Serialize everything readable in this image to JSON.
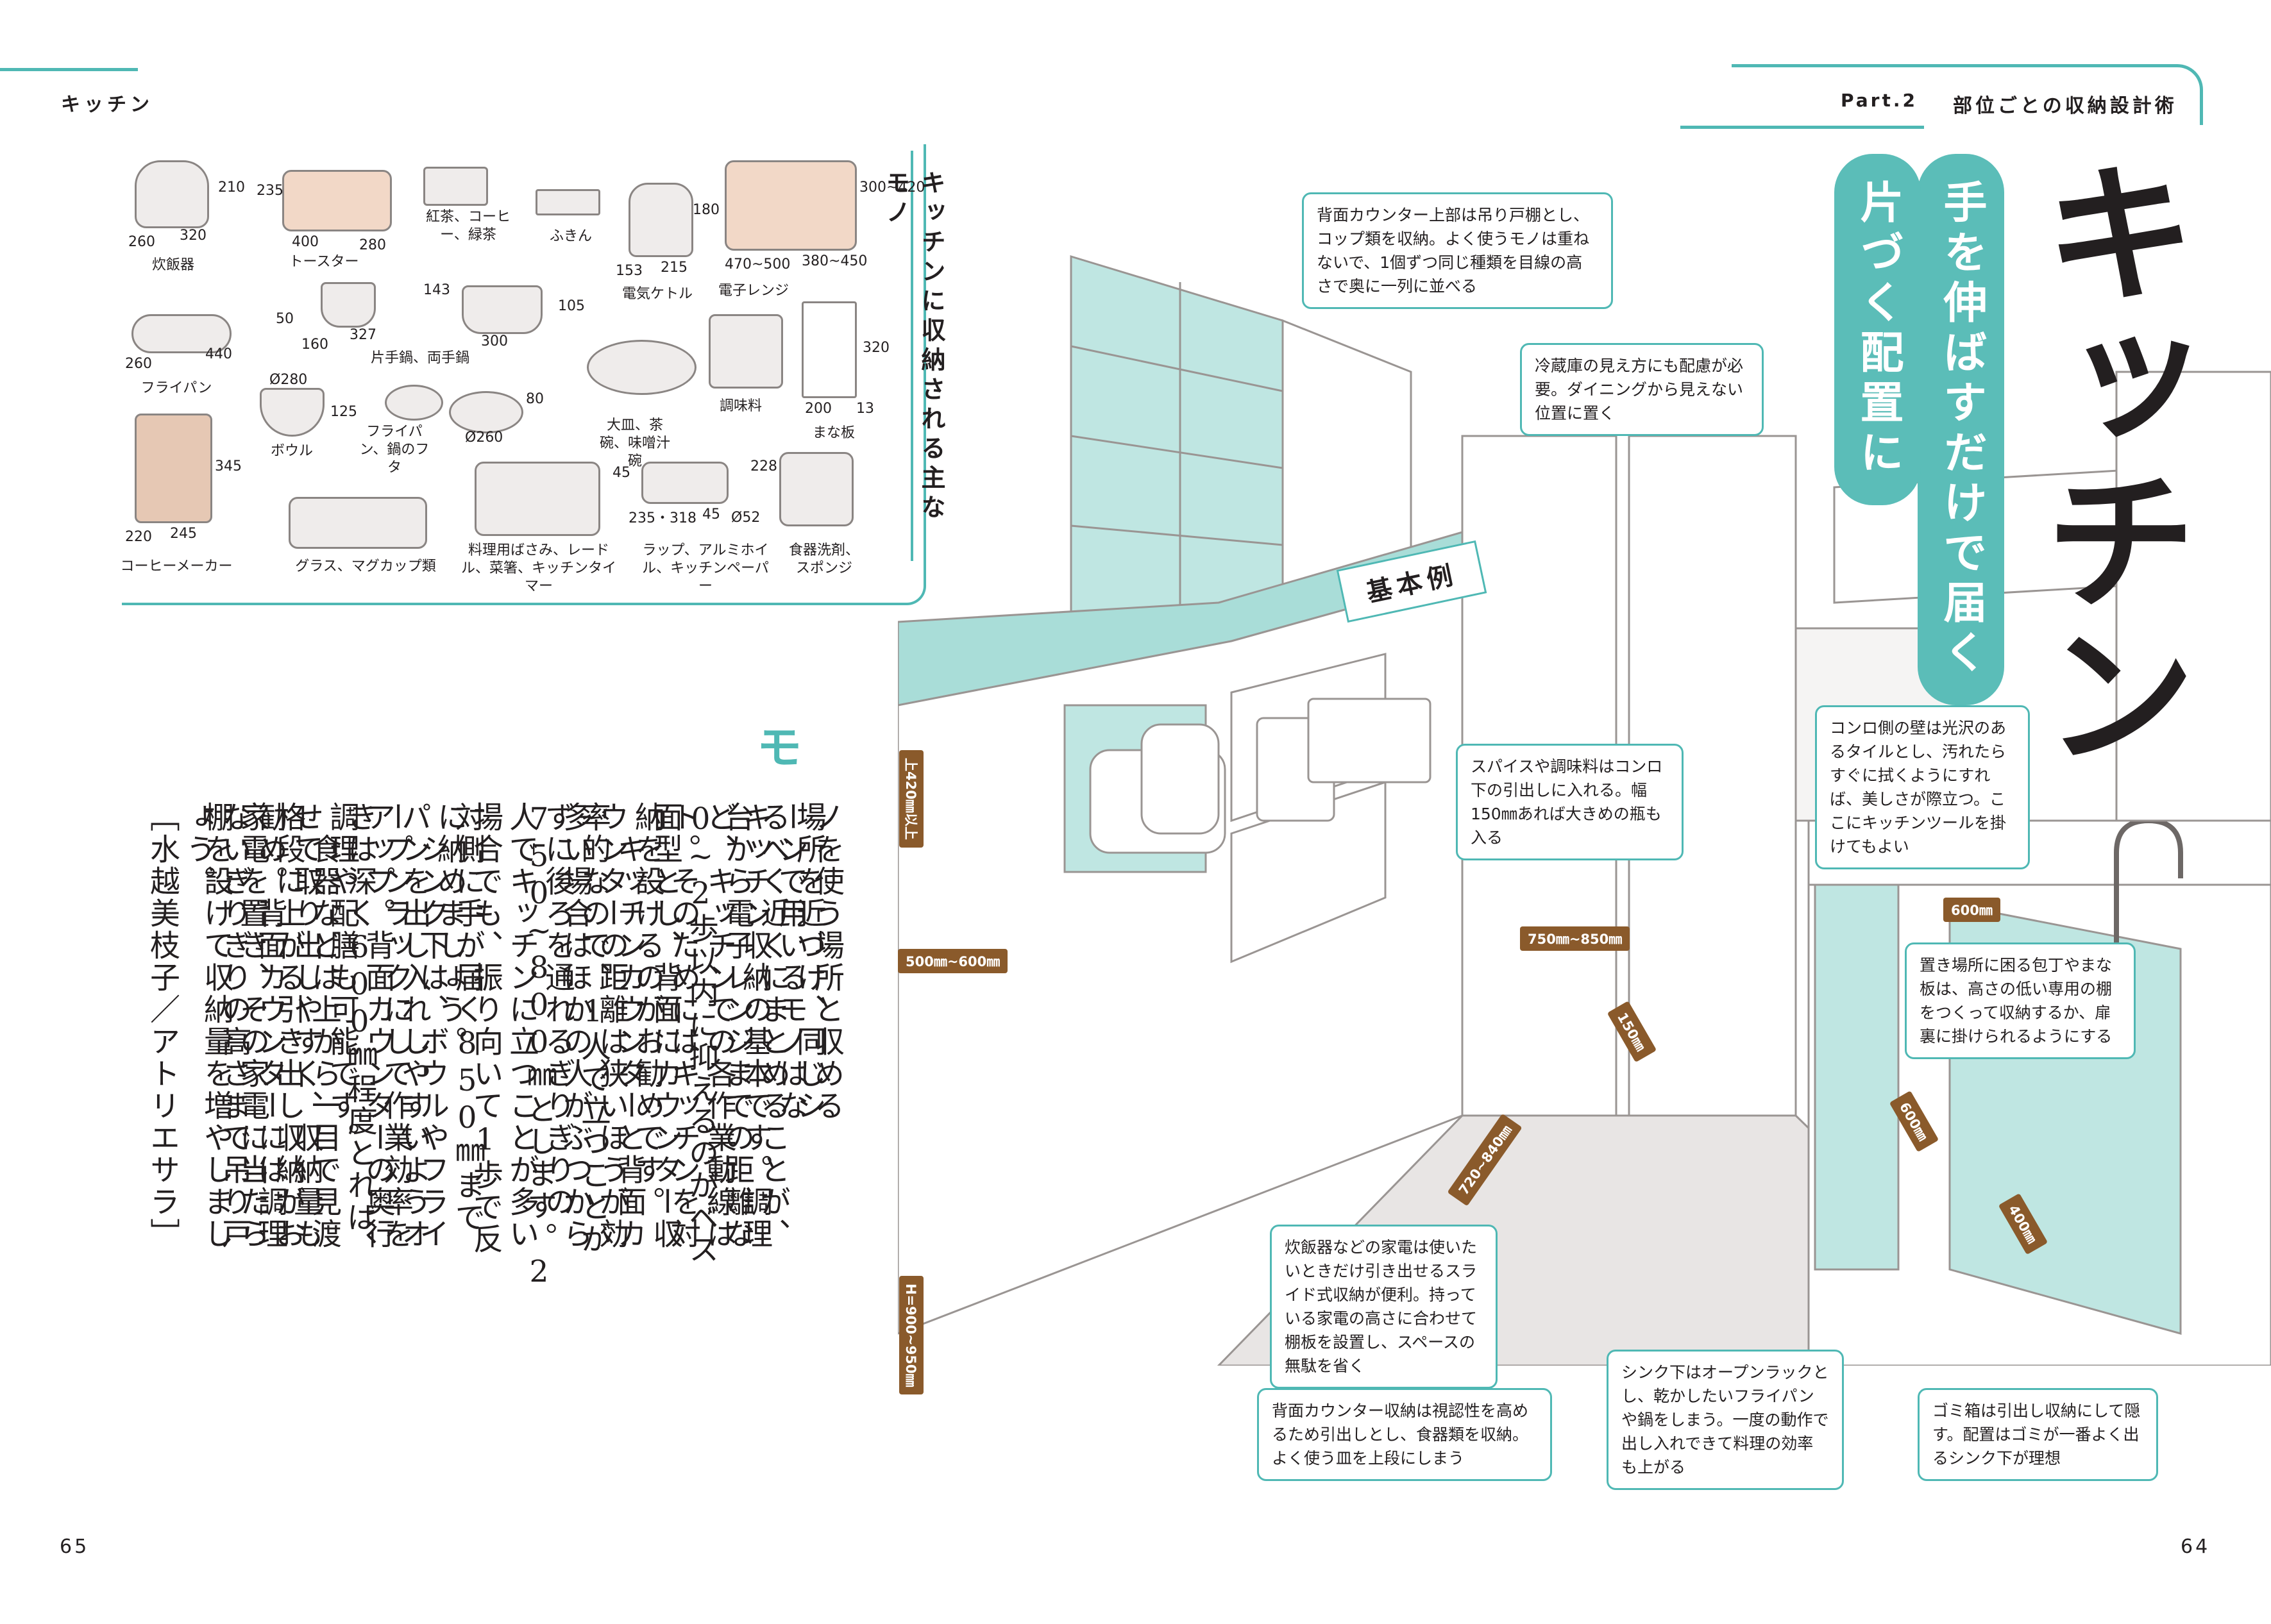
{
  "left_page": {
    "section_label": "キッチン",
    "page_number": "65",
    "sidebar_title": "キッチンに収納される主なモノ",
    "items": [
      {
        "label": "炊飯器",
        "dims": [
          "210",
          "260",
          "320"
        ]
      },
      {
        "label": "トースター",
        "dims": [
          "235",
          "400",
          "280"
        ]
      },
      {
        "label": "紅茶、コーヒー、緑茶"
      },
      {
        "label": "ふきん"
      },
      {
        "label": "電気ケトル",
        "dims": [
          "180",
          "153",
          "215"
        ]
      },
      {
        "label": "電子レンジ",
        "dims": [
          "300~420",
          "470~500",
          "380~450"
        ]
      },
      {
        "label": "フライパン",
        "dims": [
          "50",
          "260",
          "440"
        ]
      },
      {
        "label": "片手鍋、両手鍋",
        "dims": [
          "143",
          "160",
          "327",
          "300",
          "105"
        ]
      },
      {
        "label": "まな板",
        "dims": [
          "320",
          "200",
          "13"
        ]
      },
      {
        "label": "大皿、茶碗、味噌汁碗"
      },
      {
        "label": "調味料"
      },
      {
        "label": "ボウル",
        "dims": [
          "Ø280",
          "125"
        ]
      },
      {
        "label": "フライパン、鍋のフタ",
        "dims": [
          "80",
          "Ø260"
        ]
      },
      {
        "label": "コーヒーメーカー",
        "dims": [
          "345",
          "220",
          "245"
        ]
      },
      {
        "label": "グラス、マグカップ類"
      },
      {
        "label": "料理用ばさみ、レードル、菜箸、キッチンタイマー"
      },
      {
        "label": "ラップ、アルミホイル、キッチンペーパー",
        "dims": [
          "45",
          "235・318",
          "45",
          "228",
          "Ø52"
        ]
      },
      {
        "label": "食器洗剤、スポンジ"
      }
    ],
    "body_heading": "モ",
    "body_columns": [
      "ノを使う場所と収める",
      "場所を近づけ、同じシ",
      "ーンで用いるモノはな",
      "るべく近くにまとめることが、",
      "キッチン収納の基本です。調理",
      "台から電子レンジまでの距離な",
      "ど、キッチンでの各作業動線は",
      "0~2歩以内に抑えるのがベス",
      "ト。そのためにはキッチンを対",
      "面型とし、背面にカウンター収",
      "納を設けるのがお勧めです。",
      "　キッチンカウンターと背面カ",
      "ウンターの距離は狭いほうが効",
      "率的なので、1人で立つことが",
      "多い場合はほかの人がぶつから",
      "ずに後ろを通れるぎりぎりの",
      "750~800㎜とします。2",
      "人でキッチンに立つことが多い",
      "",
      "場合でも、振り向いて1歩で反",
      "対側に手が届く850㎜まで",
      "に納めましょう。",
      "　シンク下は、ボウルやフライ",
      "パンを出し入れしやすいようオ",
      "ープンラックにして作業効率を",
      "アップ。背面カウンターの奥行",
      "きは深く600㎜程度とれば、",
      "調理や配膳も可能です。",
      "　食器などは上から一目で見渡",
      "せて取り出しやすく、収納量も",
      "格段に上がる引き出し収納がお",
      "勧め。背面カウンターには調理",
      "家電を置き、その家電に当たら",
      "ないぎりぎりの高さまで吊り戸",
      "棚を設けて収納量を増やしまし",
      "ょう。",
      "",
      "［水越美枝子／アトリエサラ］"
    ]
  },
  "right_page": {
    "part_label": "Part.2",
    "part_title": "部位ごとの収納設計術",
    "page_number": "64",
    "title_main": "キッチン",
    "subtitle_line1": "手を伸ばすだけで届く",
    "subtitle_line2": "片づく配置に",
    "example_tag": "基本例",
    "callouts": [
      "背面カウンター上部は吊り戸棚とし、コップ類を収納。よく使うモノは重ねないで、1個ずつ同じ種類を目線の高さで奥に一列に並べる",
      "冷蔵庫の見え方にも配慮が必要。ダイニングから見えない位置に置く",
      "スパイスや調味料はコンロ下の引出しに入れる。幅150㎜あれば大きめの瓶も入る",
      "コンロ側の壁は光沢のあるタイルとし、汚れたらすぐに拭くようにすれば、美しさが際立つ。ここにキッチンツールを掛けてもよい",
      "置き場所に困る包丁やまな板は、高さの低い専用の棚をつくって収納するか、扉裏に掛けられるようにする",
      "炊飯器などの家電は使いたいときだけ引き出せるスライド式収納が便利。持っている家電の高さに合わせて棚板を設置し、スペースの無駄を省く",
      "背面カウンター収納は視認性を高めるため引出しとし、食器類を収納。よく使う皿を上段にしまう",
      "シンク下はオープンラックとし、乾かしたいフライパンや鍋をしまう。一度の動作で出し入れできて料理の効率も上がる",
      "ゴミ箱は引出し収納にして隠す。配置はゴミが一番よく出るシンク下が理想"
    ],
    "measurements": [
      "上420㎜以上",
      "500㎜~600㎜",
      "750㎜~850㎜",
      "600㎜",
      "150㎜",
      "600㎜",
      "720~840㎜",
      "400㎜",
      "H=900~950㎜"
    ]
  },
  "colors": {
    "accent": "#4fb8b4",
    "measure_tag": "#8a5a2b",
    "ink": "#231f20"
  }
}
